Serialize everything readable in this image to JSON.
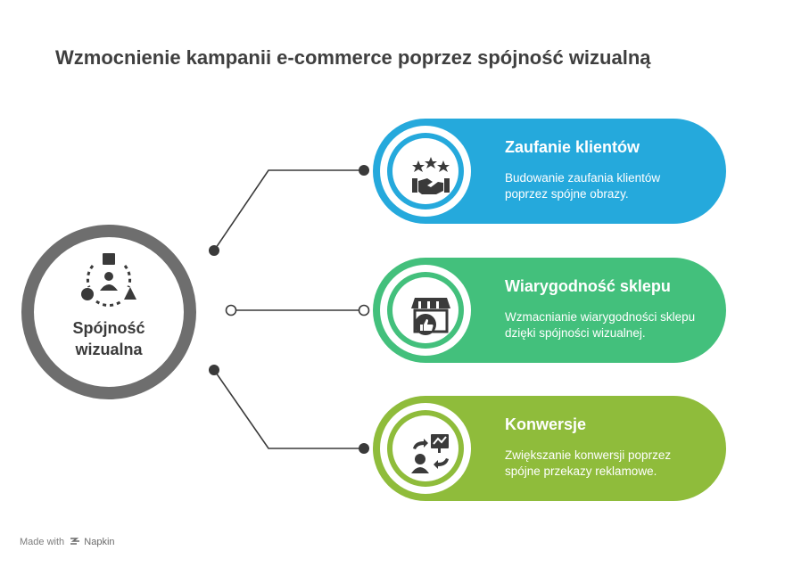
{
  "title": "Wzmocnienie kampanii e-commerce poprzez spójność wizualną",
  "hub": {
    "label_line1": "Spójność",
    "label_line2": "wizualna",
    "icon": "shapes-around-person-icon",
    "color": "#6e6e6e"
  },
  "cards": [
    {
      "heading": "Zaufanie klientów",
      "description": "Budowanie zaufania klientów poprzez spójne obrazy.",
      "icon": "stars-handshake-icon",
      "color": "#25a9dc"
    },
    {
      "heading": "Wiarygodność sklepu",
      "description": "Wzmacnianie wiarygodności sklepu dzięki spójności wizualnej.",
      "icon": "store-thumbs-up-icon",
      "color": "#43c07c"
    },
    {
      "heading": "Konwersje",
      "description": "Zwiększanie konwersji poprzez spójne przekazy reklamowe.",
      "icon": "person-chart-arrows-icon",
      "color": "#8fbc3b"
    }
  ],
  "footer": {
    "made_with": "Made with",
    "brand": "Napkin"
  }
}
